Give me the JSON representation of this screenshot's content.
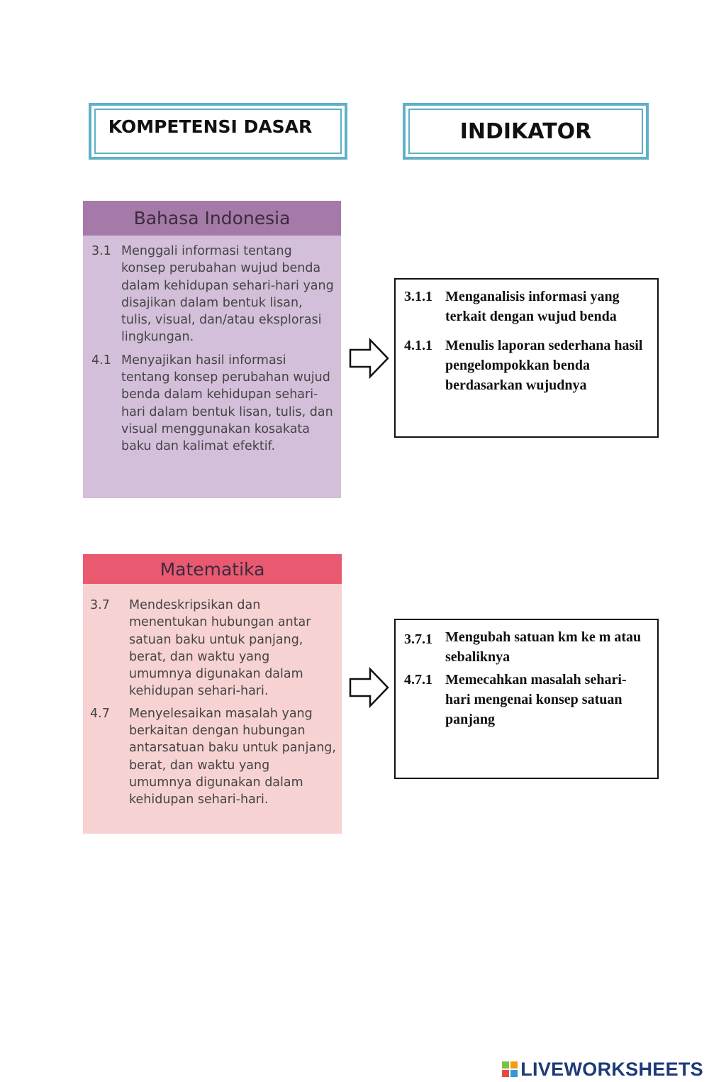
{
  "headers": {
    "kompetensi_dasar": "KOMPETENSI DASAR",
    "indikator": "INDIKATOR"
  },
  "subjects": [
    {
      "title": "Bahasa Indonesia",
      "items": [
        {
          "num": "3.1",
          "text": "Menggali informasi tentang konsep perubahan wujud benda dalam kehidupan sehari-hari yang disajikan dalam bentuk lisan, tulis, visual, dan/atau eksplorasi lingkungan."
        },
        {
          "num": "4.1",
          "text": "Menyajikan hasil informasi tentang konsep perubahan wujud benda dalam kehidupan sehari-hari dalam bentuk lisan, tulis, dan visual menggunakan kosakata baku dan kalimat efektif."
        }
      ]
    },
    {
      "title": "Matematika",
      "items": [
        {
          "num": "3.7",
          "text": "Mendeskripsikan dan menentukan hubungan antar satuan baku untuk panjang, berat, dan waktu yang umumnya digunakan dalam kehidupan sehari-hari."
        },
        {
          "num": "4.7",
          "text": "Menyelesaikan masalah yang berkaitan dengan hubungan antarsatuan baku untuk panjang, berat, dan waktu yang umumnya digunakan dalam kehidupan sehari-hari."
        }
      ]
    }
  ],
  "indicators": [
    {
      "items": [
        {
          "num": "3.1.1",
          "text": "Menganalisis informasi yang terkait dengan wujud benda"
        },
        {
          "num": "4.1.1",
          "text": "Menulis laporan sederhana hasil pengelompokkan benda berdasarkan wujudnya"
        }
      ]
    },
    {
      "items": [
        {
          "num": "3.7.1",
          "text": "Mengubah satuan km ke m atau sebaliknya"
        },
        {
          "num": "4.7.1",
          "text": "Memecahkan masalah sehari-hari mengenai konsep satuan panjang"
        }
      ]
    }
  ],
  "logo": {
    "mark": "LIVE",
    "wordmark": "LIVEWORKSHEETS"
  },
  "colors": {
    "header_border": "#5fb0c8",
    "bi_title": "#a57aa9",
    "bi_body": "#d3bfda",
    "mat_title": "#e95a71",
    "mat_body": "#f7d2d2",
    "logo": "#1e3a78"
  }
}
